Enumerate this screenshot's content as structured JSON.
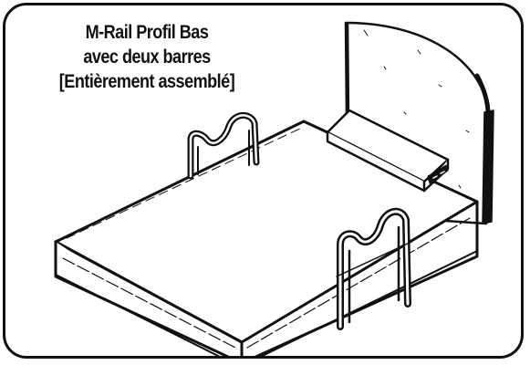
{
  "caption": {
    "line1": "M-Rail Profil Bas",
    "line2": "avec deux barres",
    "line3": "[Entièrement assemblé]"
  }
}
